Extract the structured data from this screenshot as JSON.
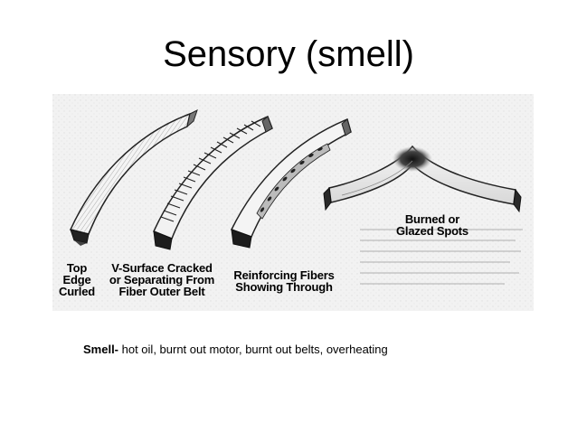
{
  "slide": {
    "title": "Sensory (smell)"
  },
  "figure": {
    "labels": {
      "top_edge_curled": [
        "Top",
        "Edge",
        "Curled"
      ],
      "v_surface_cracked": [
        "V-Surface Cracked",
        "or Separating From",
        "Fiber Outer Belt"
      ],
      "reinforcing_fibers": [
        "Reinforcing Fibers",
        "Showing Through"
      ],
      "burned_glazed": [
        "Burned or",
        "Glazed Spots"
      ]
    }
  },
  "caption": {
    "label": "Smell-",
    "text": " hot oil, burnt out motor, burnt out belts, overheating"
  }
}
